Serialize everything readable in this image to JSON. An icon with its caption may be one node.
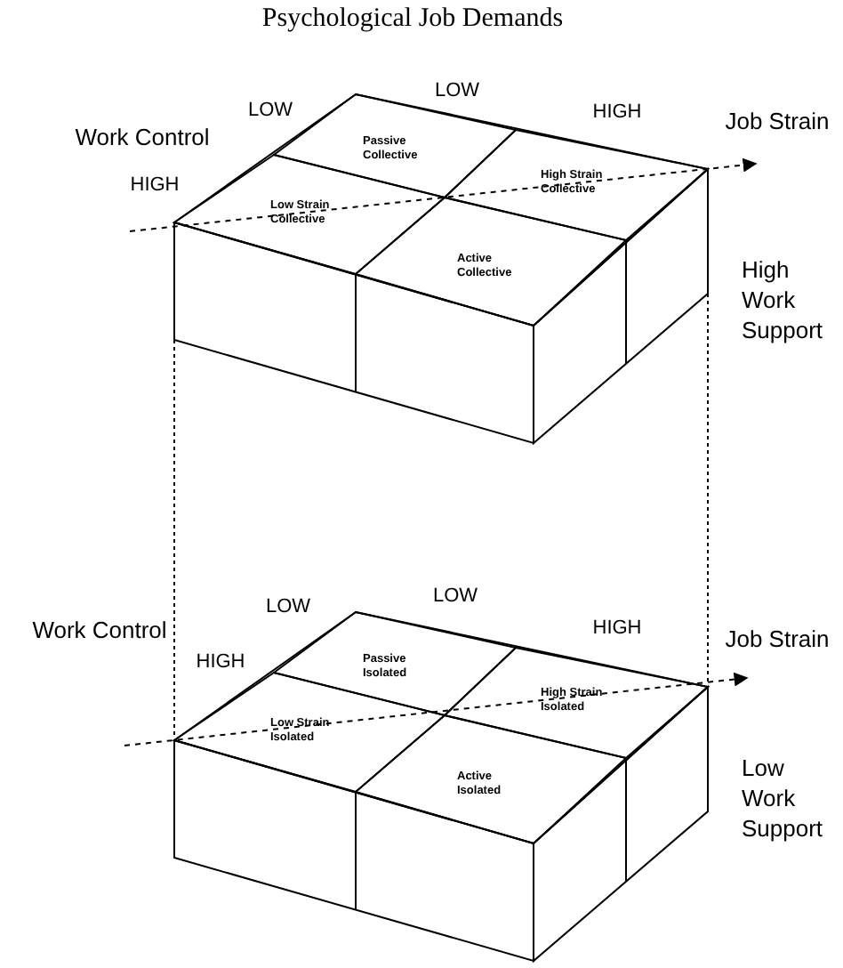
{
  "diagram": {
    "title": "Psychological Job Demands",
    "nodes": [
      {
        "text": [],
        "shape": "box"
      },
      {
        "text": [
          "Passive Collective"
        ],
        "in": 0
      },
      {
        "text": [
          "High Strain Collective"
        ],
        "in": 0
      },
      {
        "text": [
          "Low Strain Collective"
        ],
        "in": 0
      },
      {
        "text": [
          "Active Collective"
        ],
        "in": 0
      },
      {
        "text": [],
        "shape": "box"
      },
      {
        "text": [
          "Passive Isolated"
        ],
        "in": 5
      },
      {
        "text": [
          "High Strain Isolated"
        ],
        "in": 5
      },
      {
        "text": [
          "Low Strain Isolated"
        ],
        "in": 5
      },
      {
        "text": [
          "Active Isolated"
        ],
        "in": 5
      }
    ],
    "edges": [
      {
        "from": 0,
        "to": 5,
        "arrow": "none",
        "style": "dashed"
      },
      {
        "from": 0,
        "to": 5,
        "arrow": "none",
        "style": "dashed"
      }
    ],
    "labels": [
      "LOW",
      "LOW",
      "HIGH",
      "Job Strain",
      "Work Control",
      "HIGH",
      "High Work Support",
      "LOW",
      "LOW",
      "HIGH",
      "Work Control",
      "Job Strain",
      "HIGH",
      "Low Work Support"
    ]
  }
}
